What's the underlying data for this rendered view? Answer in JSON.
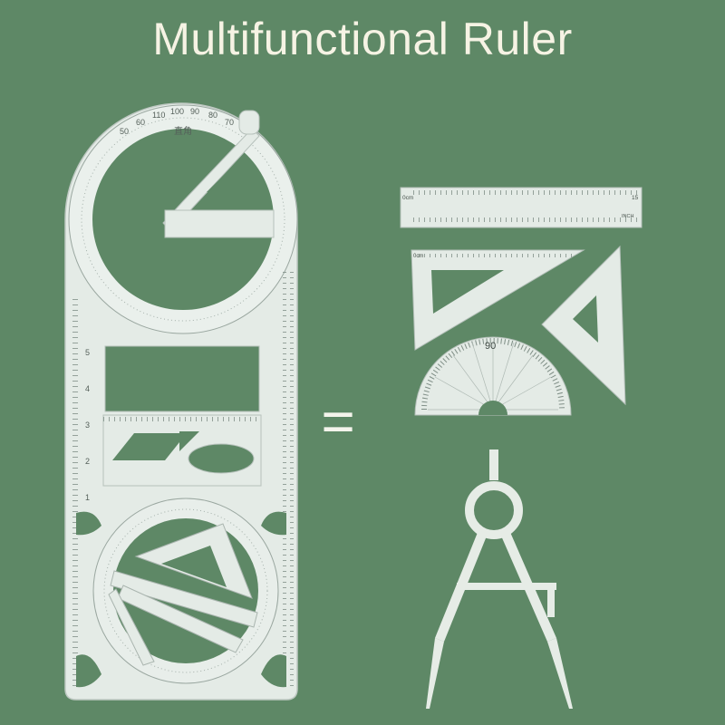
{
  "title": "Multifunctional Ruler",
  "equals_sign": "=",
  "colors": {
    "background": "#5e8866",
    "plastic": "#e4ebe6",
    "compass": "#e6ece6",
    "text": "#f6f3e4"
  },
  "ruler_marks": {
    "protractor_label": "90",
    "straight_ruler_start": "0cm",
    "straight_ruler_end": "15",
    "straight_ruler_unit": "INCH",
    "set_square_start": "0cm",
    "protractor_top_numbers": [
      "110",
      "100",
      "90",
      "80",
      "70",
      "60",
      "50"
    ],
    "protractor_chinese": "直角",
    "vertical_ruler_numbers": [
      "5",
      "4",
      "3",
      "2",
      "1"
    ]
  },
  "icons": [
    "multifunction-ruler-icon",
    "straight-ruler-icon",
    "set-square-icon",
    "triangle-ruler-icon",
    "protractor-icon",
    "compass-icon"
  ]
}
